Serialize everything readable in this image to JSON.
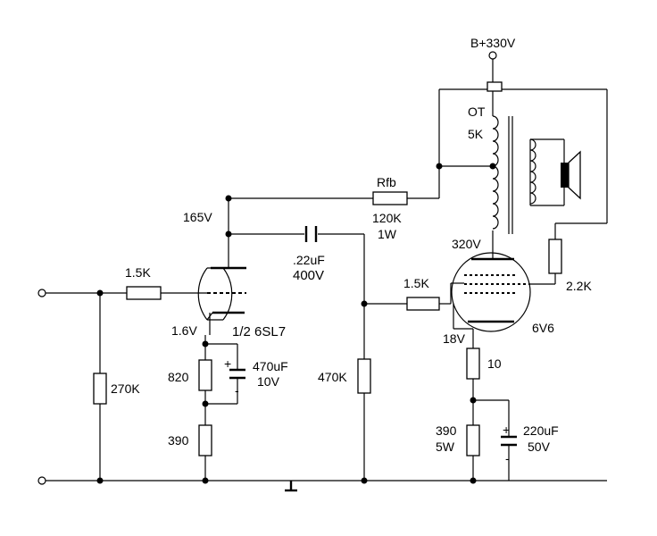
{
  "supply": {
    "label": "B+330V"
  },
  "transformer": {
    "name": "OT",
    "impedance": "5K"
  },
  "feedback_resistor": {
    "name": "Rfb",
    "value": "120K",
    "power": "1W"
  },
  "coupling_cap": {
    "value": ".22uF",
    "voltage": "400V"
  },
  "input_grid_resistor": "1.5K",
  "input_shunt_resistor": "270K",
  "driver_tube": {
    "plate_voltage": "165V",
    "cathode_voltage": "1.6V",
    "type": "1/2 6SL7"
  },
  "cathode_resistor_driver": "820",
  "cathode_bypass_cap_driver": {
    "value": "470uF",
    "voltage": "10V"
  },
  "feedback_shunt_resistor": "390",
  "output_grid_leak": "470K",
  "output_grid_stopper": "1.5K",
  "output_tube": {
    "plate_voltage": "320V",
    "cathode_voltage": "18V",
    "type": "6V6"
  },
  "screen_resistor": "2.2K",
  "cathode_resistor_output_series": "10",
  "cathode_resistor_output": {
    "value": "390",
    "power": "5W"
  },
  "cathode_bypass_cap_output": {
    "value": "220uF",
    "voltage": "50V"
  }
}
